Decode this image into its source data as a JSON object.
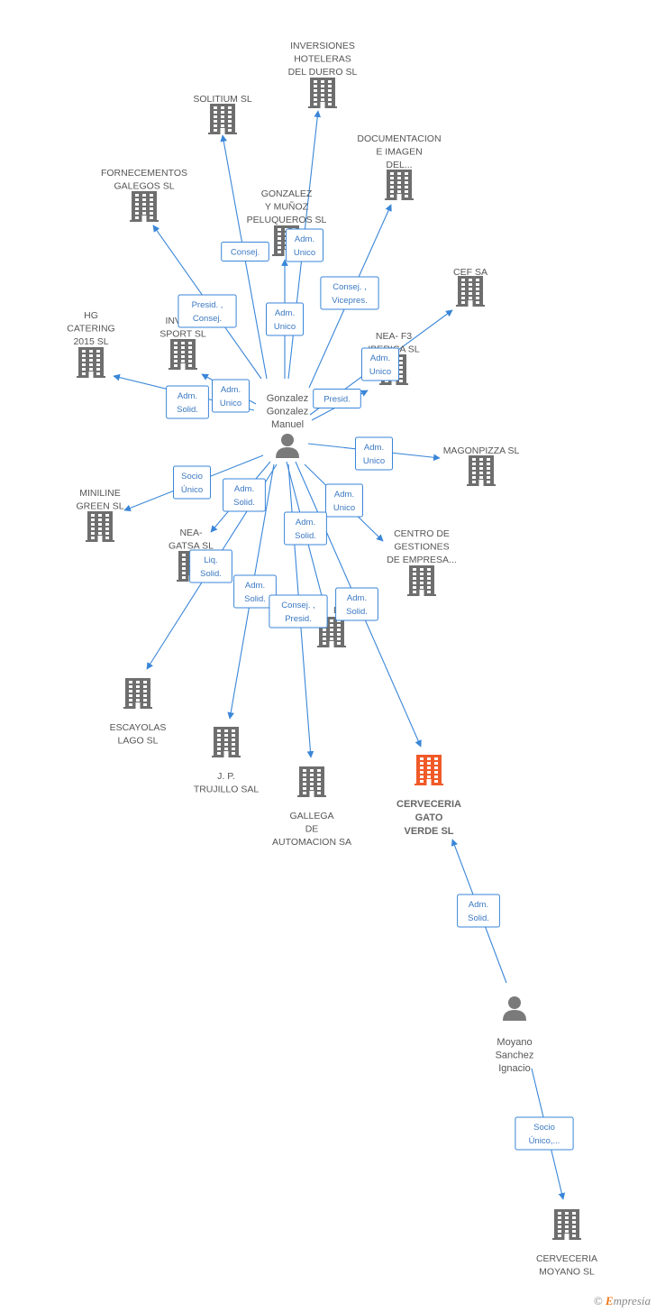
{
  "colors": {
    "building": "#6e6e6e",
    "focus": "#f05a28",
    "person": "#7a7a7a",
    "edge": "#3a86d8"
  },
  "nodes": [
    {
      "id": "inversiones-hoteleras",
      "kind": "company",
      "label": [
        "INVERSIONES",
        "HOTELERAS",
        "DEL DUERO SL"
      ]
    },
    {
      "id": "solitium",
      "kind": "company",
      "label": [
        "SOLITIUM SL"
      ]
    },
    {
      "id": "documentacion",
      "kind": "company",
      "label": [
        "DOCUMENTACION",
        "E IMAGEN",
        "DEL..."
      ]
    },
    {
      "id": "fornecementos",
      "kind": "company",
      "label": [
        "FORNECEMENTOS",
        "GALEGOS SL"
      ]
    },
    {
      "id": "gonzalez-munoz",
      "kind": "company",
      "label": [
        "GONZALEZ",
        "Y MUÑOZ",
        "PELUQUEROS SL"
      ]
    },
    {
      "id": "cef",
      "kind": "company",
      "label": [
        "CEF SA"
      ]
    },
    {
      "id": "hg-catering",
      "kind": "company",
      "label": [
        "HG",
        "CATERING",
        "2015 SL"
      ]
    },
    {
      "id": "inversiones-sport",
      "kind": "company",
      "label": [
        "INVERS",
        "SPORT SL"
      ]
    },
    {
      "id": "nea-f3",
      "kind": "company",
      "label": [
        "NEA- F3",
        "IBERICA SL"
      ]
    },
    {
      "id": "magonpizza",
      "kind": "company",
      "label": [
        "MAGONPIZZA SL"
      ]
    },
    {
      "id": "miniline",
      "kind": "company",
      "label": [
        "MINILINE",
        "GREEN SL"
      ]
    },
    {
      "id": "nea-gatsa",
      "kind": "company",
      "label": [
        "NEA-",
        "GATSA SL"
      ]
    },
    {
      "id": "centro-gestiones",
      "kind": "company",
      "label": [
        "CENTRO DE",
        "GESTIONES",
        "DE EMPRESA..."
      ]
    },
    {
      "id": "hidden-la",
      "kind": "company",
      "label": [
        "LA"
      ]
    },
    {
      "id": "escayolas",
      "kind": "company",
      "label": [
        "ESCAYOLAS",
        "LAGO SL"
      ]
    },
    {
      "id": "jp-trujillo",
      "kind": "company",
      "label": [
        "J. P.",
        "TRUJILLO SAL"
      ]
    },
    {
      "id": "gallega",
      "kind": "company",
      "label": [
        "GALLEGA",
        "DE",
        "AUTOMACION SA"
      ]
    },
    {
      "id": "cerveceria-gato",
      "kind": "focus",
      "label": [
        "CERVECERIA",
        "GATO",
        "VERDE SL"
      ]
    },
    {
      "id": "cerveceria-moyano",
      "kind": "company",
      "label": [
        "CERVECERIA",
        "MOYANO SL"
      ]
    },
    {
      "id": "gonzalez-manuel",
      "kind": "person",
      "label": [
        "Gonzalez",
        "Gonzalez",
        "Manuel"
      ]
    },
    {
      "id": "moyano-ignacio",
      "kind": "person",
      "label": [
        "Moyano",
        "Sanchez",
        "Ignacio"
      ]
    }
  ],
  "relations": [
    {
      "label": [
        "Consej."
      ]
    },
    {
      "label": [
        "Adm.",
        "Unico"
      ]
    },
    {
      "label": [
        "Consej. ,",
        "Vicepres."
      ]
    },
    {
      "label": [
        "Presid. ,",
        "Consej."
      ]
    },
    {
      "label": [
        "Adm.",
        "Unico"
      ]
    },
    {
      "label": [
        "Adm.",
        "Unico"
      ]
    },
    {
      "label": [
        "Adm.",
        "Solid."
      ]
    },
    {
      "label": [
        "Adm.",
        "Unico"
      ]
    },
    {
      "label": [
        "Presid."
      ]
    },
    {
      "label": [
        "Adm.",
        "Unico"
      ]
    },
    {
      "label": [
        "Socio",
        "Único"
      ]
    },
    {
      "label": [
        "Adm.",
        "Solid."
      ]
    },
    {
      "label": [
        "Adm.",
        "Unico"
      ]
    },
    {
      "label": [
        "Adm.",
        "Solid."
      ]
    },
    {
      "label": [
        "Liq.",
        "Solid."
      ]
    },
    {
      "label": [
        "Adm.",
        "Solid."
      ]
    },
    {
      "label": [
        "Consej. ,",
        "Presid."
      ]
    },
    {
      "label": [
        "Adm.",
        "Solid."
      ]
    },
    {
      "label": [
        "Adm.",
        "Solid."
      ]
    },
    {
      "label": [
        "Socio",
        "Único,..."
      ]
    }
  ],
  "brand": {
    "copyright": "©",
    "initial": "E",
    "rest": "mpresia"
  }
}
